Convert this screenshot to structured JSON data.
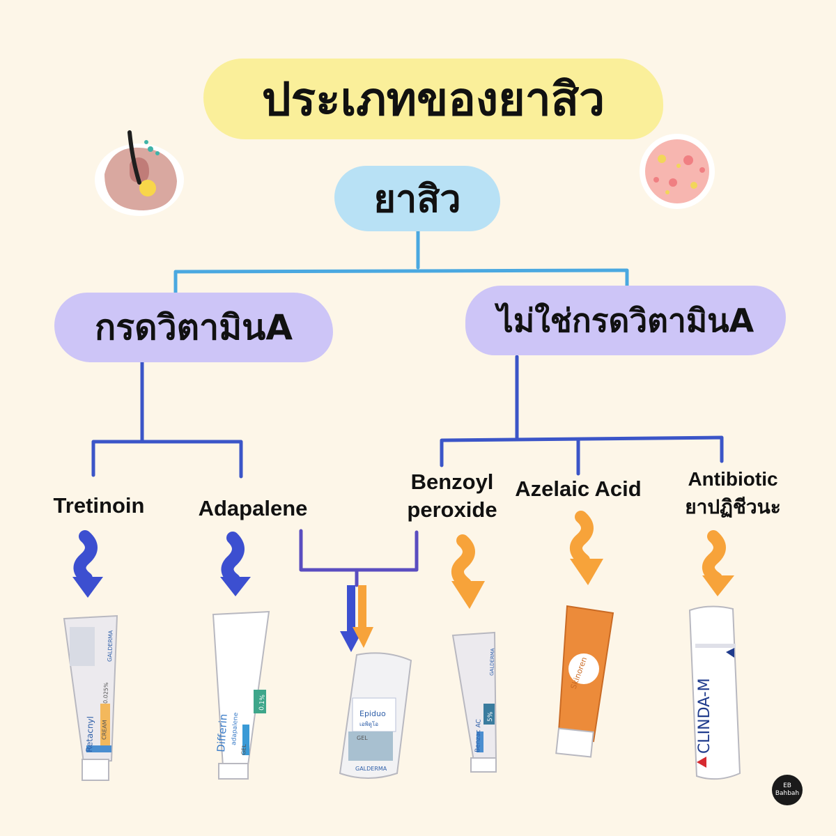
{
  "title": "ประเภทของยาสิว",
  "root": {
    "label": "ยาสิว"
  },
  "branches": {
    "retinoid": {
      "label": "กรดวิตามินA"
    },
    "non_retinoid": {
      "label": "ไม่ใช่กรดวิตามินA"
    }
  },
  "leaves": {
    "tretinoin": {
      "label": "Tretinoin"
    },
    "adapalene": {
      "label": "Adapalene"
    },
    "benzoyl": {
      "line1": "Benzoyl",
      "line2": "peroxide"
    },
    "azelaic": {
      "label": "Azelaic Acid"
    },
    "antibiotic": {
      "line1": "Antibiotic",
      "line2": "ยาปฏิชีวนะ"
    }
  },
  "products": {
    "retacnyl": {
      "brand": "Retacnyl",
      "type": "CREAM",
      "strength": "0.025%",
      "maker": "GALDERMA"
    },
    "differin": {
      "brand": "Differin",
      "ingredient": "adapalene",
      "type": "GEL",
      "strength": "0.1%"
    },
    "epiduo": {
      "brand": "Epiduo",
      "thai": "เอพิดูโอ",
      "type": "GEL",
      "maker": "GALDERMA"
    },
    "benzac": {
      "brand": "Benzac AC",
      "strength": "5%",
      "maker": "GALDERMA"
    },
    "skinoren": {
      "brand": "Skinoren"
    },
    "clinda": {
      "brand": "CLINDA-M"
    }
  },
  "credit": {
    "line1": "EB",
    "line2": "Bahbah"
  },
  "colors": {
    "background": "#fdf6e8",
    "title_highlight": "#faef9a",
    "root_highlight": "#b8e1f5",
    "branch_highlight": "#cdc5f7",
    "line_light_blue": "#4aa8e0",
    "line_blue": "#3b55c8",
    "arrow_blue": "#3c4fd0",
    "arrow_orange": "#f7a33a"
  }
}
